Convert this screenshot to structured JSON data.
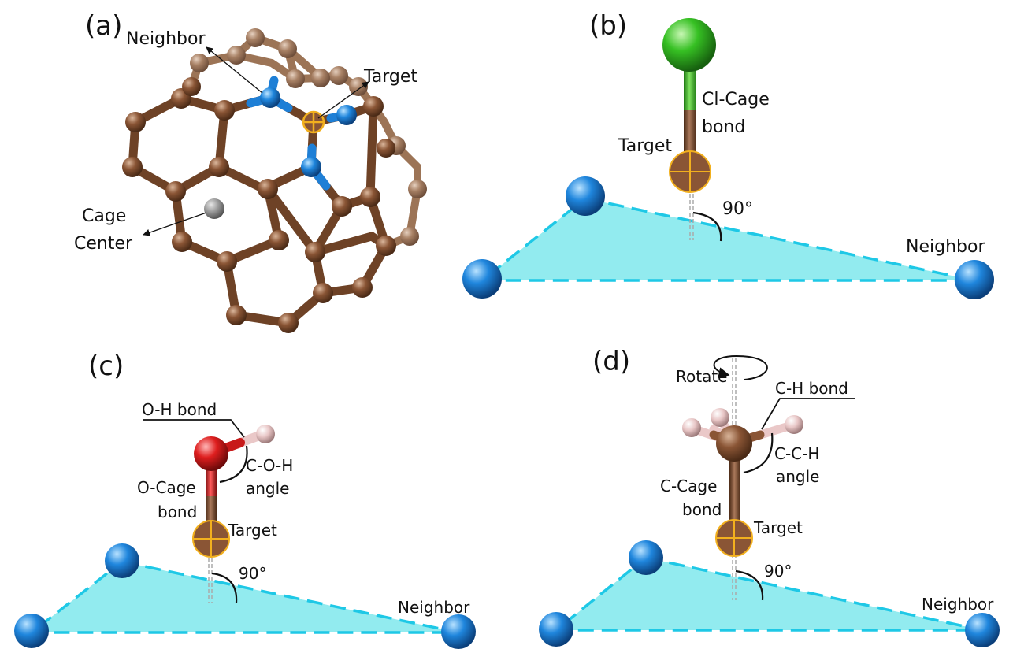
{
  "panels": {
    "a": {
      "tag": "(a)",
      "neighbor": "Neighbor",
      "target": "Target",
      "cage_line1": "Cage",
      "cage_line2": "Center"
    },
    "b": {
      "tag": "(b)",
      "bond_line1": "Cl-Cage",
      "bond_line2": "bond",
      "target": "Target",
      "angle": "90°",
      "neighbor": "Neighbor"
    },
    "c": {
      "tag": "(c)",
      "oh_bond": "O-H bond",
      "coh_line1": "C-O-H",
      "coh_line2": "angle",
      "ocage_line1": "O-Cage",
      "ocage_line2": "bond",
      "target": "Target",
      "angle": "90°",
      "neighbor": "Neighbor"
    },
    "d": {
      "tag": "(d)",
      "rotate": "Rotate",
      "ch_bond": "C-H bond",
      "cch_line1": "C-C-H",
      "cch_line2": "angle",
      "ccage_line1": "C-Cage",
      "ccage_line2": "bond",
      "target": "Target",
      "angle": "90°",
      "neighbor": "Neighbor"
    }
  },
  "colors": {
    "carbon": "#7a4a2c",
    "nitrogen": "#1e7fd6",
    "chlorine": "#2db82d",
    "oxygen": "#d61e1e",
    "hydrogen": "#eac8c8",
    "target_ring": "#f2b01e",
    "plane": "#7fe8ec",
    "plane_edge": "#1ec8e6"
  }
}
